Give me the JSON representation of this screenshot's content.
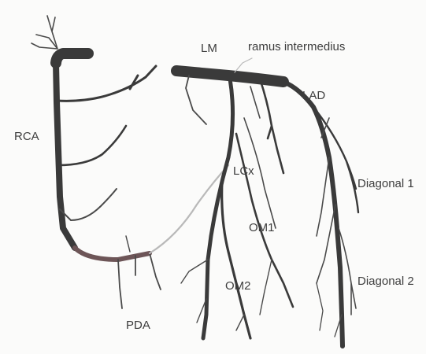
{
  "diagram": {
    "labels": {
      "rca": "RCA",
      "lm": "LM",
      "ramus": "ramus intermedius",
      "lad": "LAD",
      "lcx": "LCx",
      "diag1": "Diagonal 1",
      "om1": "OM1",
      "diag2": "Diagonal 2",
      "om2": "OM2",
      "pda": "PDA"
    },
    "colors": {
      "vessel": "#3a3a3a",
      "rca_distal": "#7a5a5f",
      "pale_branch": "#b9b9b9",
      "background": "#fbfbfa"
    }
  }
}
